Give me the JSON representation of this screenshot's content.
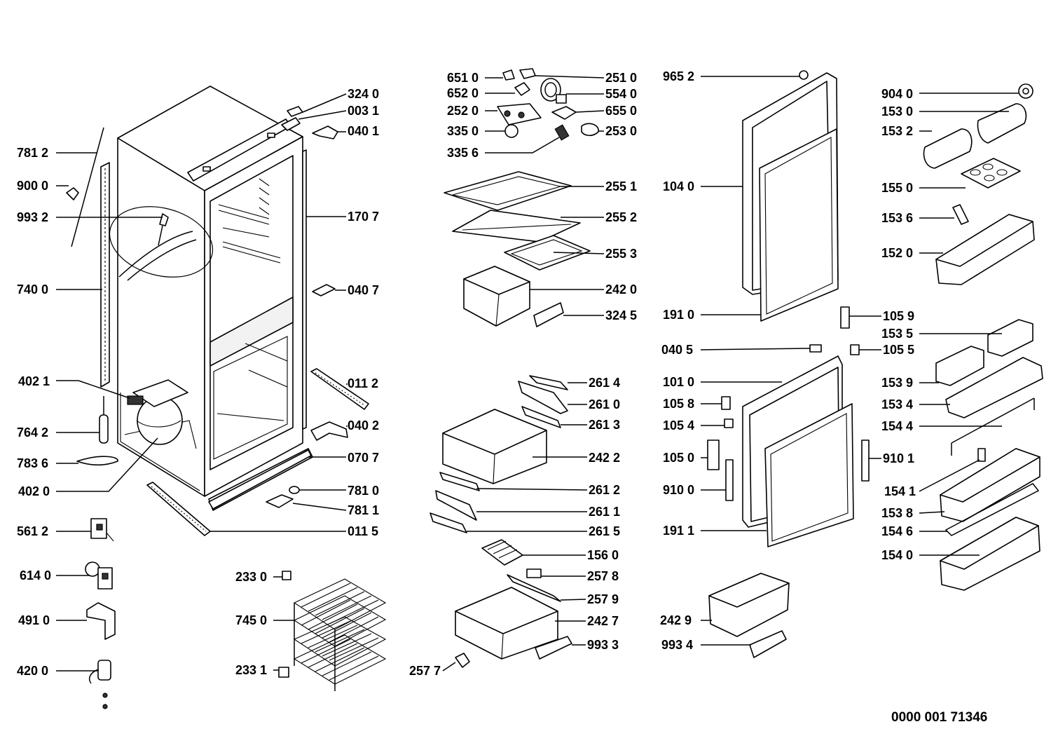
{
  "diagram": {
    "document_number": "0000 001 71346",
    "callouts": {
      "c7812": "781 2",
      "c9000": "900 0",
      "c9932": "993 2",
      "c7400": "740 0",
      "c4021": "402 1",
      "c7642": "764 2",
      "c7836": "783 6",
      "c4020": "402 0",
      "c5612": "561 2",
      "c6140": "614 0",
      "c4910": "491 0",
      "c4200": "420 0",
      "c3240": "324 0",
      "c0031": "003 1",
      "c0401": "040 1",
      "c1707": "170 7",
      "c0407": "040 7",
      "c0112": "011 2",
      "c0402": "040 2",
      "c0707": "070 7",
      "c7810": "781 0",
      "c7811": "781 1",
      "c0115": "011 5",
      "c2330": "233 0",
      "c7450": "745 0",
      "c2331": "233 1",
      "c6510": "651 0",
      "c6520": "652 0",
      "c2520": "252 0",
      "c3350": "335 0",
      "c3356": "335 6",
      "c2510": "251 0",
      "c5540": "554 0",
      "c6550": "655 0",
      "c2530": "253 0",
      "c2551": "255 1",
      "c2552": "255 2",
      "c2553": "255 3",
      "c2420": "242 0",
      "c3245": "324 5",
      "c2614": "261 4",
      "c2610": "261 0",
      "c2613": "261 3",
      "c2422": "242 2",
      "c2612": "261 2",
      "c2611": "261 1",
      "c2615": "261 5",
      "c1560": "156 0",
      "c2578": "257 8",
      "c2579": "257 9",
      "c2427": "242 7",
      "c9933": "993 3",
      "c2577": "257 7",
      "c9652": "965 2",
      "c1040": "104 0",
      "c1910": "191 0",
      "c0405": "040 5",
      "c1010": "101 0",
      "c1058": "105 8",
      "c1054": "105 4",
      "c1050": "105 0",
      "c9100": "910 0",
      "c1911": "191 1",
      "c2429": "242 9",
      "c9934": "993 4",
      "c9040": "904 0",
      "c1530": "153 0",
      "c1532": "153 2",
      "c1550": "155 0",
      "c1536": "153 6",
      "c1520": "152 0",
      "c1059": "105 9",
      "c1535": "153 5",
      "c1055": "105 5",
      "c1539": "153 9",
      "c1534": "153 4",
      "c1544": "154 4",
      "c9101": "910 1",
      "c1541": "154 1",
      "c1538": "153 8",
      "c1546": "154 6",
      "c1540": "154 0"
    }
  }
}
